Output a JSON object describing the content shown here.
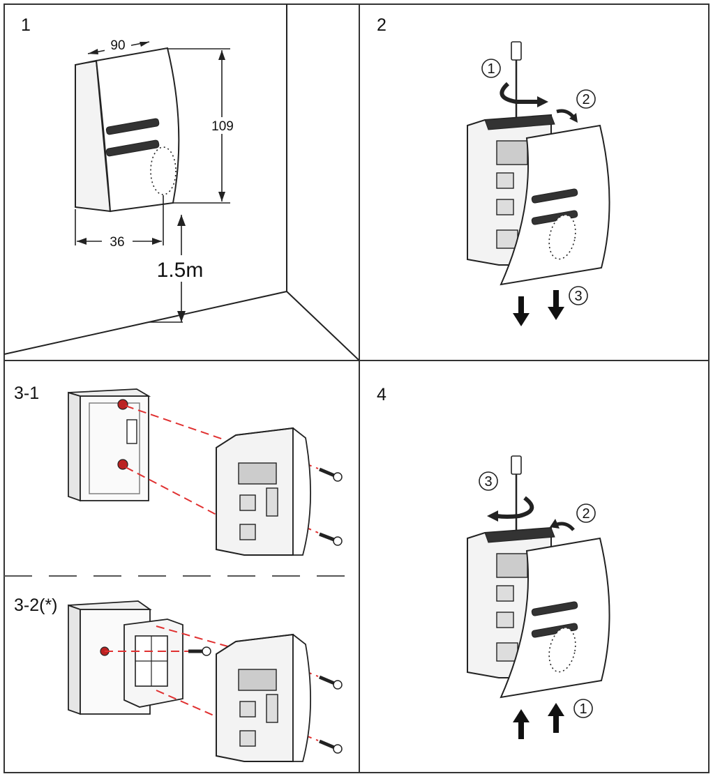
{
  "panels": {
    "p1": {
      "label": "1",
      "dim_width": "90",
      "dim_height": "109",
      "dim_depth": "36",
      "mount_height": "1.5m"
    },
    "p2": {
      "label": "2",
      "steps": [
        "1",
        "2",
        "3"
      ]
    },
    "p31": {
      "label": "3-1"
    },
    "p32": {
      "label": "3-2(*)"
    },
    "p4": {
      "label": "4",
      "steps": [
        "3",
        "2",
        "1"
      ]
    }
  },
  "colors": {
    "border": "#333333",
    "alignment_line": "#e03030"
  }
}
